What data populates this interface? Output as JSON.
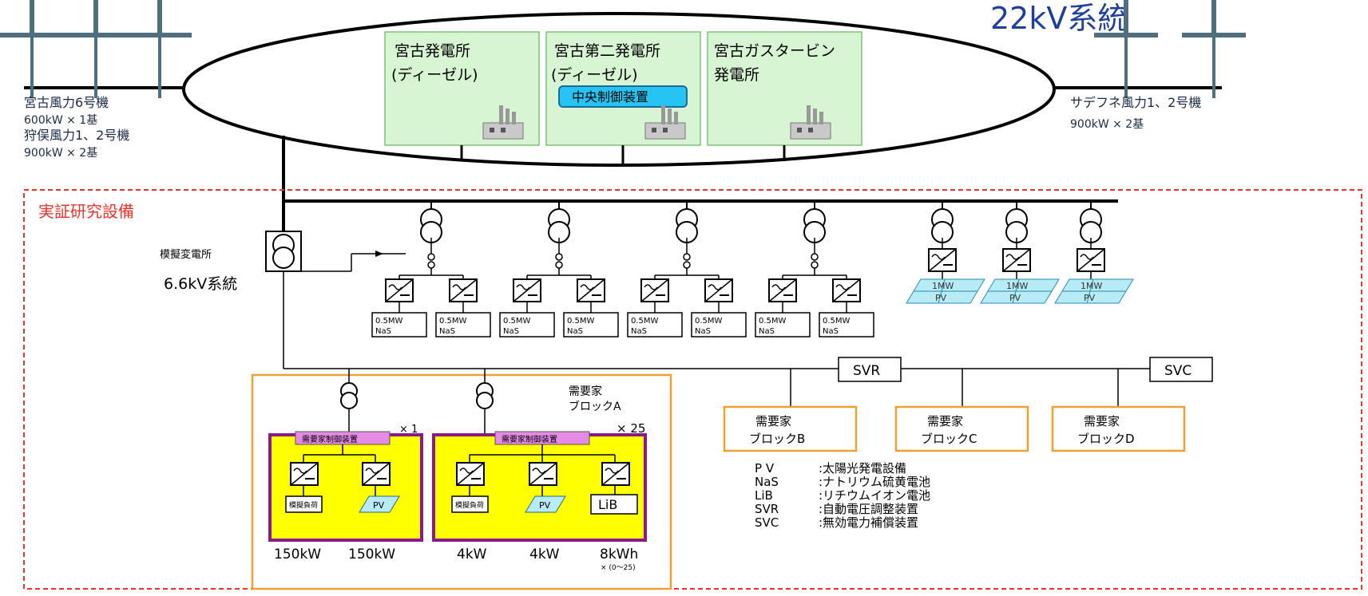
{
  "title": "22kV系統",
  "plants": [
    {
      "line1": "宮古発電所",
      "line2": "(ディーゼル)"
    },
    {
      "line1": "宮古第二発電所",
      "line2": "(ディーゼル)",
      "badge": "中央制御装置"
    },
    {
      "line1": "宮古ガスタービン",
      "line2": "発電所"
    }
  ],
  "wind_left": [
    "宮古風力6号機",
    "600kW × 1基",
    "狩俣風力1、2号機",
    "900kW × 2基"
  ],
  "wind_right": [
    "サデフネ風力1、2号機",
    "900kW × 2基"
  ],
  "facility_label": "実証研究設備",
  "substation_label": "模擬変電所",
  "system_66_label": "6.6kV系統",
  "nas_units": [
    [
      "0.5MW",
      "NaS"
    ],
    [
      "0.5MW",
      "NaS"
    ],
    [
      "0.5MW",
      "NaS"
    ],
    [
      "0.5MW",
      "NaS"
    ],
    [
      "0.5MW",
      "NaS"
    ],
    [
      "0.5MW",
      "NaS"
    ],
    [
      "0.5MW",
      "NaS"
    ],
    [
      "0.5MW",
      "NaS"
    ]
  ],
  "pv_units": [
    [
      "1MW",
      "PV"
    ],
    [
      "1MW",
      "PV"
    ],
    [
      "1MW",
      "PV"
    ]
  ],
  "svr_label": "SVR",
  "svc_label": "SVC",
  "block_a": {
    "title": [
      "需要家",
      "ブロックA"
    ],
    "left": {
      "controller": "需要家制御装置",
      "multiplier": "× 1",
      "meter": "模擬負荷",
      "pv": "PV",
      "ratings": [
        "150kW",
        "150kW"
      ]
    },
    "right": {
      "controller": "需要家制御装置",
      "multiplier": "× 25",
      "meter": "模擬負荷",
      "pv": "PV",
      "lib": "LiB",
      "ratings": [
        "4kW",
        "4kW",
        "8kWh"
      ],
      "note": "× (0〜25)"
    }
  },
  "blocks": [
    [
      "需要家",
      "ブロックB"
    ],
    [
      "需要家",
      "ブロックC"
    ],
    [
      "需要家",
      "ブロックD"
    ]
  ],
  "legend": [
    {
      "abbr": "P  V",
      "desc": ":太陽光発電設備"
    },
    {
      "abbr": "NaS",
      "desc": ":ナトリウム硫黄電池"
    },
    {
      "abbr": "LiB",
      "desc": ":リチウムイオン電池"
    },
    {
      "abbr": "SVR",
      "desc": ":自動電圧調整装置"
    },
    {
      "abbr": "SVC",
      "desc": ":無効電力補償装置"
    }
  ],
  "colors": {
    "plant_fill": "#d7f5d3",
    "facility_border": "#e8342b",
    "facility_label": "#e8342b",
    "block_border": "#f0a030",
    "controller_fill": "#e58be6",
    "inner_border": "#8a1a8a",
    "yellow": "#ffff00",
    "badge": "#26c4f2",
    "pv_fill": "#b7ecf7",
    "title": "#1f3f9c"
  }
}
